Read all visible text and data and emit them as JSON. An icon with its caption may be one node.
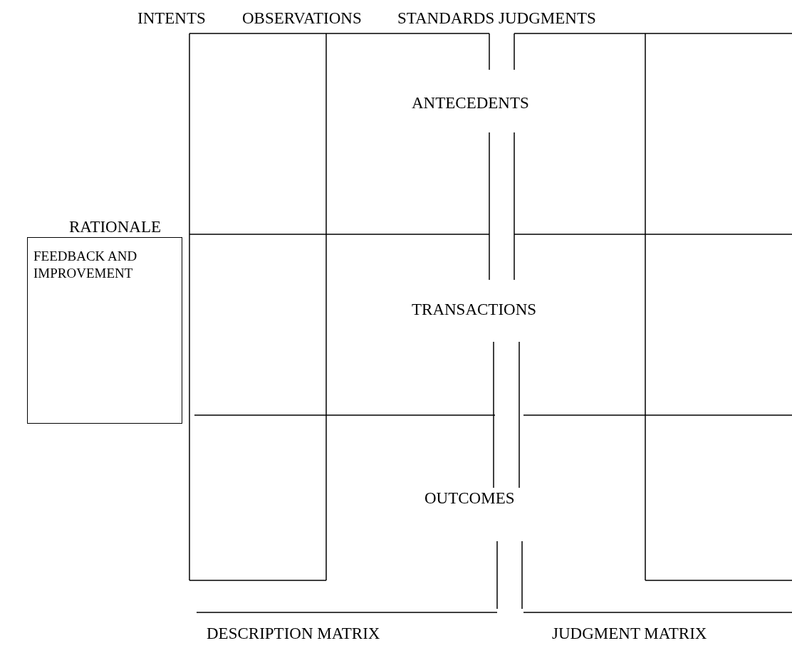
{
  "diagram": {
    "nodes": [
      {
        "text": [
          "FEEDBACK AND IMPROVEMENT"
        ]
      }
    ],
    "labels": [
      "INTENTS",
      "OBSERVATIONS",
      "STANDARDS",
      "JUDGMENTS",
      "ANTECEDENTS",
      "RATIONALE",
      "TRANSACTIONS",
      "OUTCOMES",
      "DESCRIPTION MATRIX",
      "JUDGMENT MATRIX"
    ]
  }
}
